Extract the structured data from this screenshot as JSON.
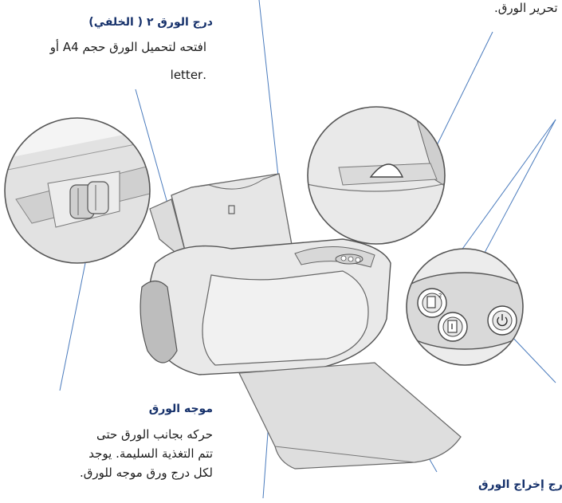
{
  "callouts": {
    "rear_tray": {
      "title": "درج الورق ٢ ( الخلفي)",
      "line1": "افتحه لتحميل الورق حجم A4 أو",
      "line2": ".letter"
    },
    "paper_release": {
      "text": "تحرير الورق."
    },
    "paper_guide": {
      "title": "موجه الورق",
      "line1": "حركه بجانب الورق حتى",
      "line2": "تتم التغذية السليمة. يوجد",
      "line3": "لكل درج ورق موجه للورق."
    },
    "output_tray": {
      "title": "درج إخراج الورق"
    }
  },
  "colors": {
    "leader_line": "#4a7bbd",
    "label_heading": "#16316b",
    "printer_body": "#e8e8e8",
    "printer_outline": "#555555"
  },
  "icons": {
    "tray_select_1": "tray1-select-icon",
    "tray_select_2": "tray2-select-icon",
    "power": "power-icon"
  }
}
